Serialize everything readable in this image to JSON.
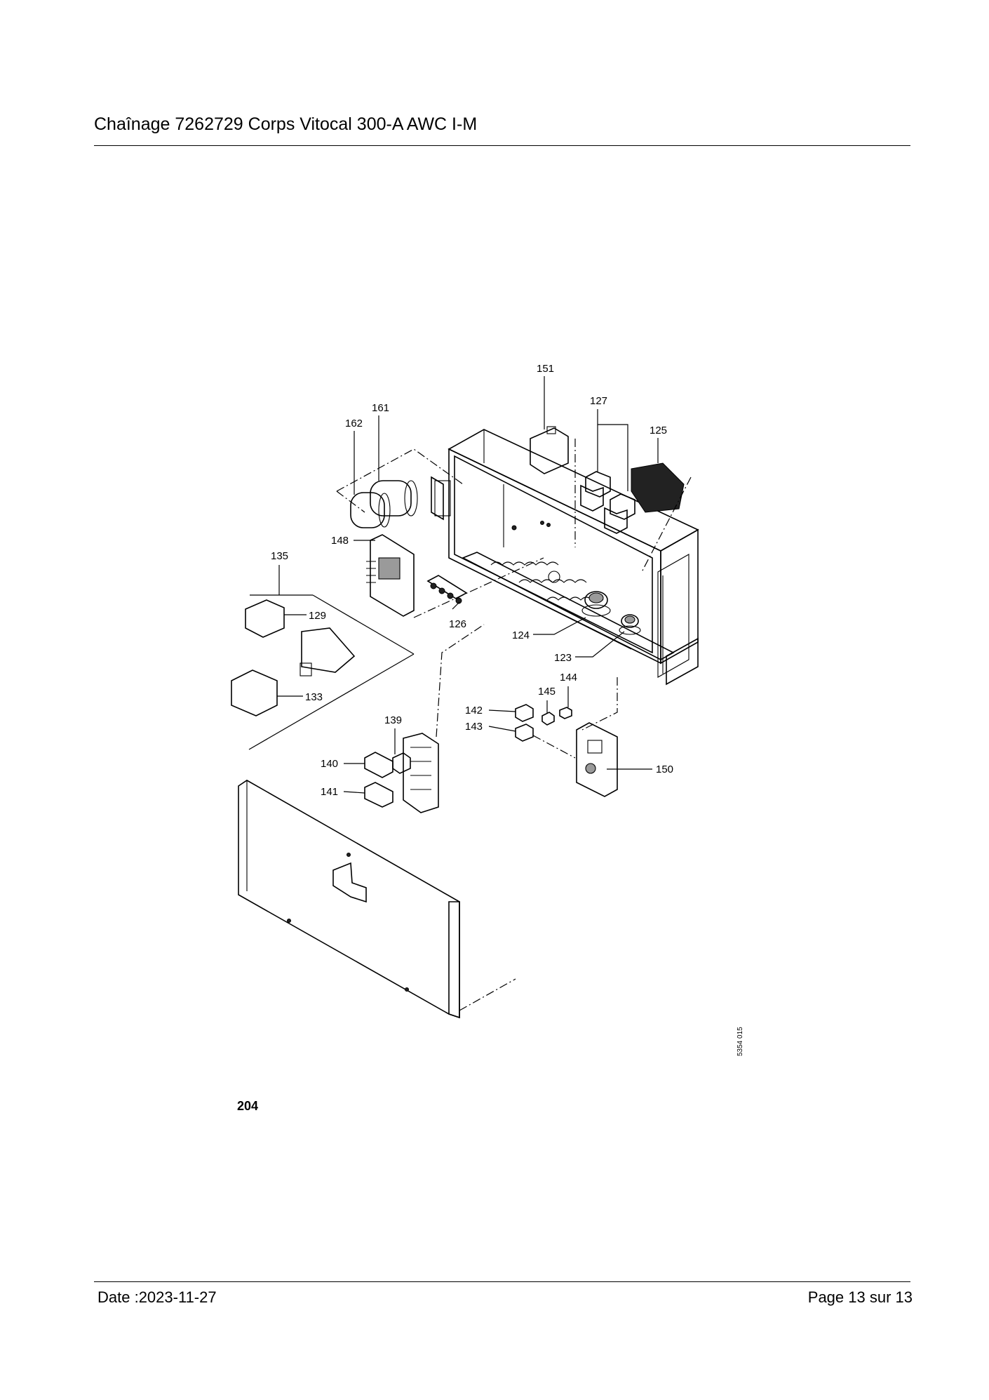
{
  "header": {
    "title": "Chaînage 7262729 Corps Vitocal 300-A AWC I-M"
  },
  "diagram": {
    "labels": [
      "151",
      "161",
      "162",
      "127",
      "125",
      "135",
      "148",
      "129",
      "126",
      "124",
      "123",
      "133",
      "144",
      "145",
      "142",
      "143",
      "139",
      "140",
      "141",
      "150"
    ],
    "figure_number": "204",
    "drawing_code": "5354 015"
  },
  "footer": {
    "date": "Date :2023-11-27",
    "page": "Page 13 sur  13"
  }
}
